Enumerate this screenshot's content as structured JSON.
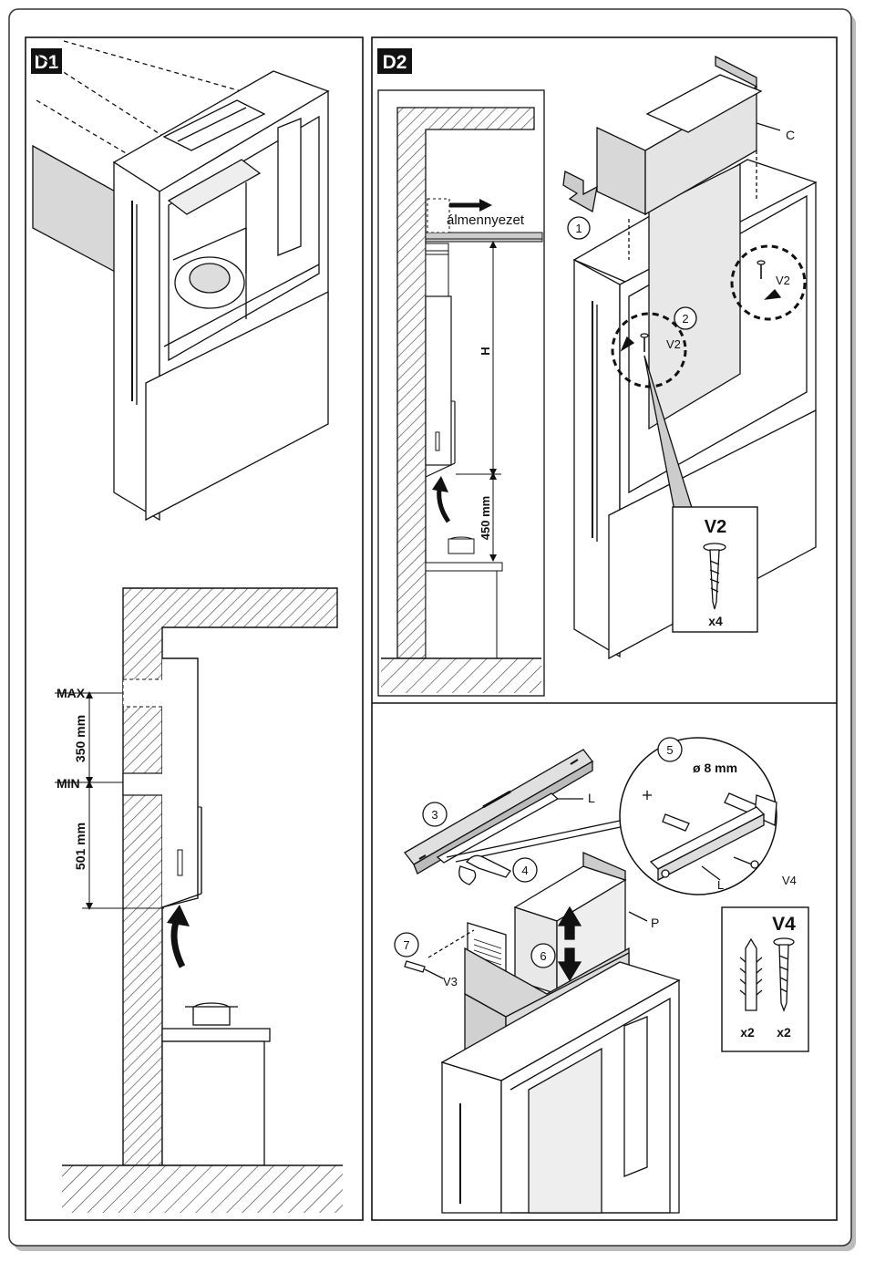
{
  "panels": {
    "d1": {
      "tag": "D1"
    },
    "d2": {
      "tag": "D2"
    }
  },
  "d1_lower": {
    "max_label": "MAX",
    "min_label": "MIN",
    "dim_350": "350 mm",
    "dim_501": "501 mm"
  },
  "d2_side": {
    "ceiling_label": "álmennyezet",
    "h_label": "H",
    "dim_450": "450 mm"
  },
  "d2_iso": {
    "label_c": "C",
    "step_1": "1",
    "step_2": "2",
    "screw_v2_left": "V2",
    "screw_v2_right": "V2",
    "box_title": "V2",
    "box_qty": "x4"
  },
  "d3": {
    "step_3": "3",
    "step_4": "4",
    "step_5": "5",
    "step_6": "6",
    "step_7": "7",
    "label_l_top": "L",
    "label_l_zoom": "L",
    "label_p": "P",
    "label_v3": "V3",
    "label_v4": "V4",
    "drill_label": "ø 8 mm",
    "v4_box_title": "V4",
    "v4_qty_plug": "x2",
    "v4_qty_screw": "x2"
  },
  "colors": {
    "ink": "#111111",
    "shade": "#d8d8d8",
    "hatch": "#555555"
  }
}
